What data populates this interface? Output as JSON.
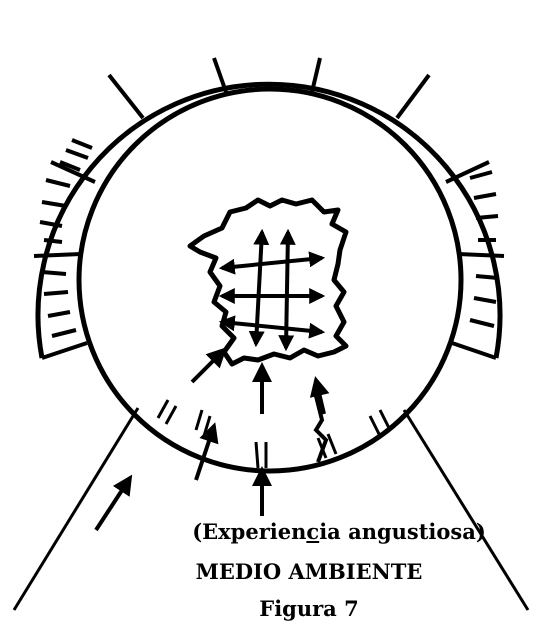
{
  "captions": {
    "experience_pre": "(Experien",
    "experience_underlined": "c",
    "experience_post": "ia angustiosa)",
    "environment": "MEDIO AMBIENTE",
    "figure": "Figura 7"
  },
  "colors": {
    "ink": "#000000",
    "paper": "#ffffff"
  },
  "icons": [
    "arrow-up-icon",
    "arrow-up-right-icon",
    "double-headed-arrow-icon"
  ]
}
